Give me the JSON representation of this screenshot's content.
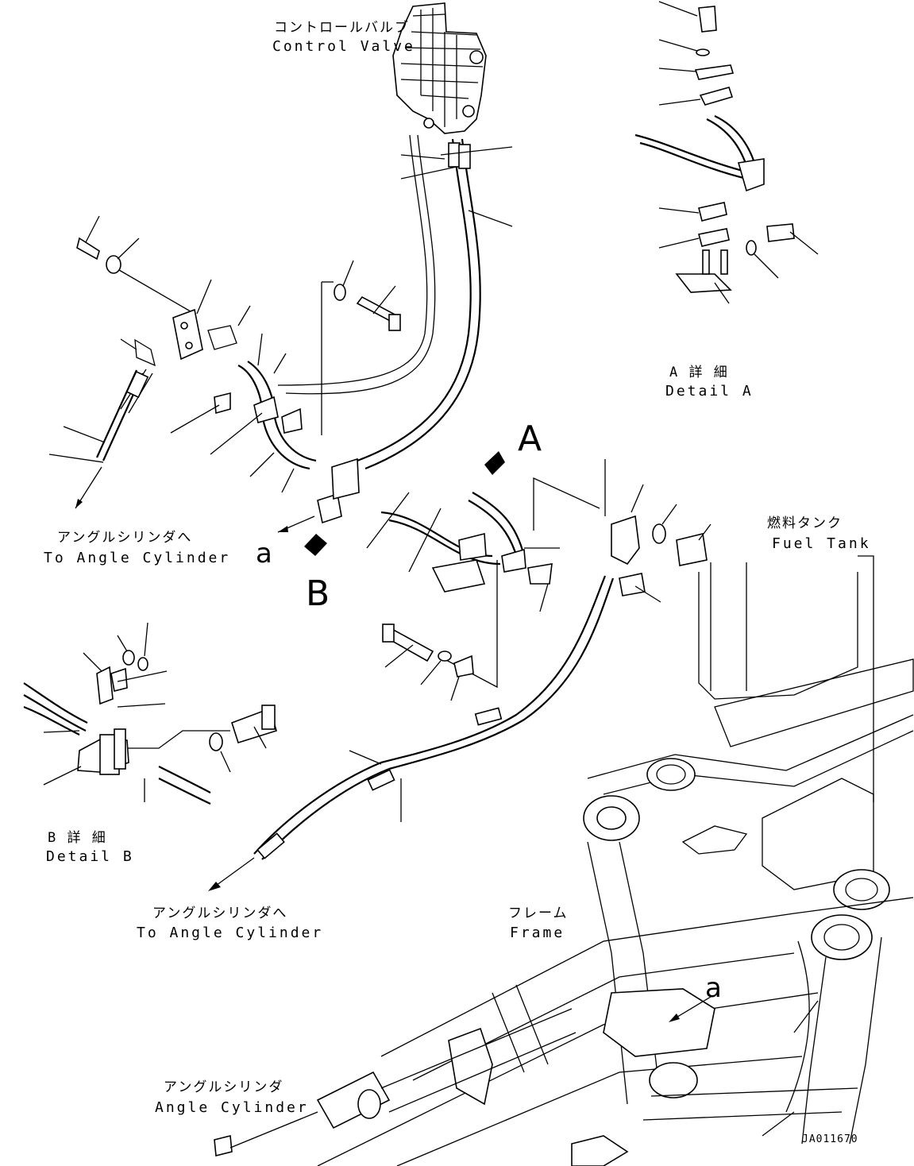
{
  "labels": {
    "control_valve_jp": "コントロールバルブ",
    "control_valve_en": "Control Valve",
    "detail_a_jp": "A 詳 細",
    "detail_a_en": "Detail A",
    "detail_b_jp": "B 詳 細",
    "detail_b_en": "Detail B",
    "to_angle_cyl_1_jp": "アングルシリンダへ",
    "to_angle_cyl_1_en": "To Angle Cylinder",
    "to_angle_cyl_2_jp": "アングルシリンダへ",
    "to_angle_cyl_2_en": "To Angle Cylinder",
    "fuel_tank_jp": "燃料タンク",
    "fuel_tank_en": "Fuel Tank",
    "frame_jp": "フレーム",
    "frame_en": "Frame",
    "angle_cyl_jp": "アングルシリンダ",
    "angle_cyl_en": "Angle Cylinder",
    "view_a": "A",
    "view_b": "B",
    "ref_a_left": "a",
    "ref_a_frame": "a",
    "drawing_code": "JA011670"
  }
}
